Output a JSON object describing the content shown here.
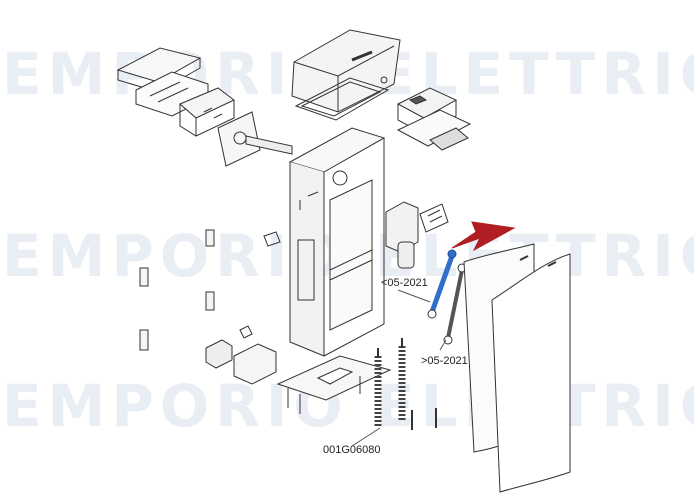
{
  "watermark": {
    "text": "EMPORIO ELETTRICO",
    "color": "#e9edf4"
  },
  "callouts": {
    "old_version": "<05-2021",
    "new_version": ">05-2021",
    "part_code": "001G06080"
  },
  "colors": {
    "line": "#333333",
    "highlight_arrow": "#b01e23",
    "highlight_part": "#2f6fc9"
  },
  "icons": {
    "highlight_arrow": "red-arrow-icon"
  }
}
